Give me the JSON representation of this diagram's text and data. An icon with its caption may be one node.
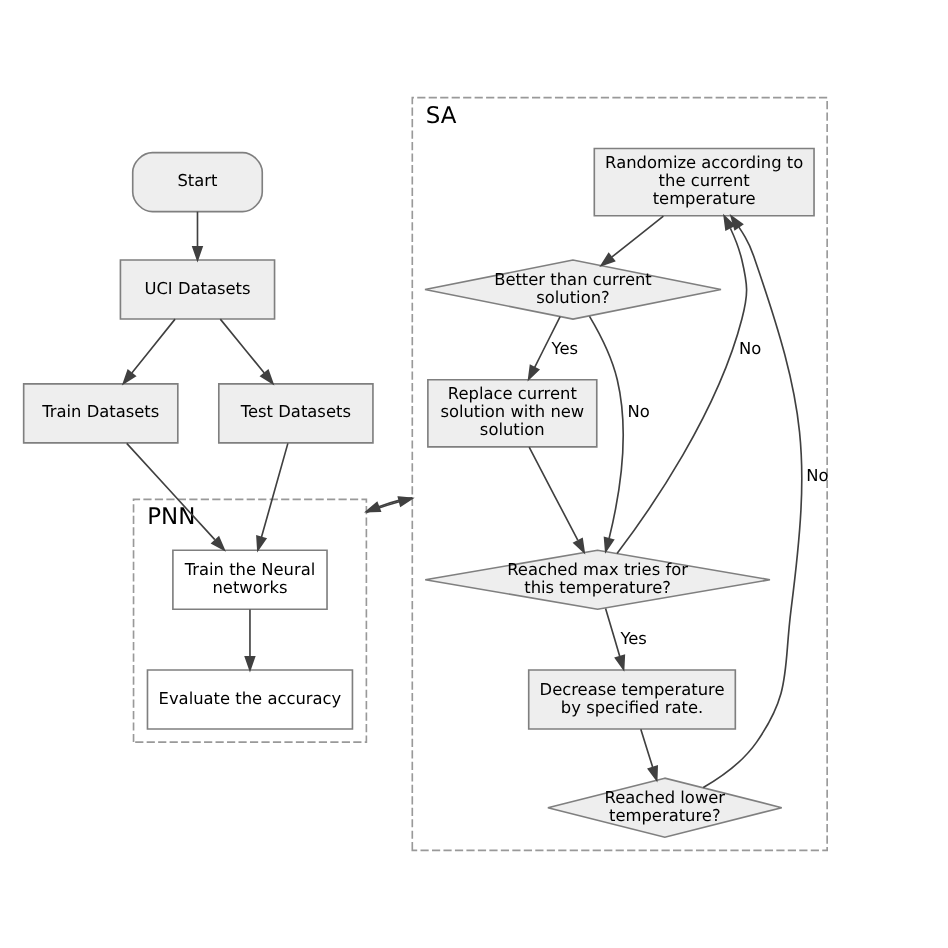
{
  "diagram": {
    "nodes": [
      {
        "text": [
          "Start"
        ]
      },
      {
        "text": [
          "UCI Datasets"
        ]
      },
      {
        "text": [
          "Train Datasets"
        ]
      },
      {
        "text": [
          "Test Datasets"
        ]
      },
      {
        "text": [
          "PNN"
        ]
      },
      {
        "text": [
          "Train the Neural networks"
        ],
        "in": 4
      },
      {
        "text": [
          "Evaluate the accuracy"
        ],
        "in": 4
      },
      {
        "text": [
          "SA"
        ]
      },
      {
        "text": [
          "Randomize according to the current temperature"
        ],
        "in": 7
      },
      {
        "text": [
          "Better than current solution?"
        ],
        "in": 7
      },
      {
        "text": [
          "Replace current solution with new solution"
        ],
        "in": 7
      },
      {
        "text": [
          "Reached max tries for this temperature?"
        ],
        "in": 7
      },
      {
        "text": [
          "Decrease temperature by specified rate."
        ],
        "in": 7
      },
      {
        "text": [
          "Reached lower temperature?"
        ],
        "in": 7
      }
    ],
    "edges": [
      {
        "from": 0,
        "to": 1,
        "arrow": "to"
      },
      {
        "from": 1,
        "to": 2,
        "arrow": "to"
      },
      {
        "from": 1,
        "to": 3,
        "arrow": "to"
      },
      {
        "from": 2,
        "to": 5,
        "arrow": "to"
      },
      {
        "from": 3,
        "to": 5,
        "arrow": "to"
      },
      {
        "from": 5,
        "to": 6,
        "arrow": "to"
      },
      {
        "from": 4,
        "to": 7,
        "arrow": "to"
      },
      {
        "from": 7,
        "to": 4,
        "arrow": "to"
      },
      {
        "from": 8,
        "to": 9,
        "arrow": "to"
      },
      {
        "from": 9,
        "to": 10,
        "arrow": "to",
        "label": "Yes"
      },
      {
        "from": 9,
        "to": 11,
        "arrow": "to",
        "label": "No"
      },
      {
        "from": 10,
        "to": 11,
        "arrow": "to"
      },
      {
        "from": 11,
        "to": 8,
        "arrow": "to",
        "label": "No"
      },
      {
        "from": 11,
        "to": 12,
        "arrow": "to",
        "label": "Yes"
      },
      {
        "from": 12,
        "to": 13,
        "arrow": "to"
      },
      {
        "from": 13,
        "to": 8,
        "arrow": "to",
        "label": "No"
      }
    ]
  }
}
